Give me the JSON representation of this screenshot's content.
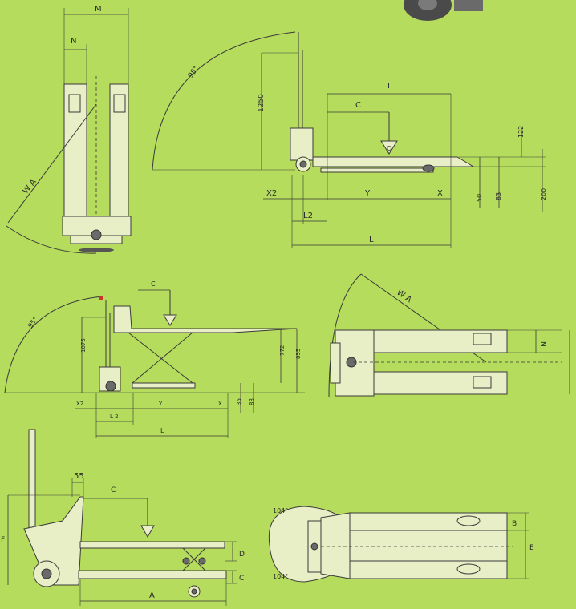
{
  "colors": {
    "background": "#b5dc5c",
    "line": "#3a3a3a",
    "part_fill": "#e8efc6"
  },
  "top_view": {
    "M": "M",
    "N": "N",
    "WA": "W A"
  },
  "side_view": {
    "angle": "95°",
    "h1250": "1250",
    "C": "C",
    "I": "I",
    "Q": "Q",
    "h122": "122",
    "h50": "50",
    "h83": "83",
    "h200": "200",
    "X2": "X2",
    "Y": "Y",
    "X": "X",
    "L2": "L2",
    "L": "L"
  },
  "scissor_side": {
    "angle": "95°",
    "C": "C",
    "h1075": "1075",
    "h772": "772",
    "h855": "855",
    "X2": "X2",
    "Y": "Y",
    "X": "X",
    "L2": "L 2",
    "L": "L",
    "h35": "35",
    "h83": "83"
  },
  "scissor_top": {
    "WA": "W A",
    "N": "N"
  },
  "bottom_side": {
    "h55": "55",
    "C": "C",
    "F": "F",
    "D": "D",
    "C2": "C",
    "A": "A"
  },
  "bottom_top": {
    "a104_top": "104°",
    "a104_bot": "104°",
    "B": "B",
    "E": "E"
  }
}
